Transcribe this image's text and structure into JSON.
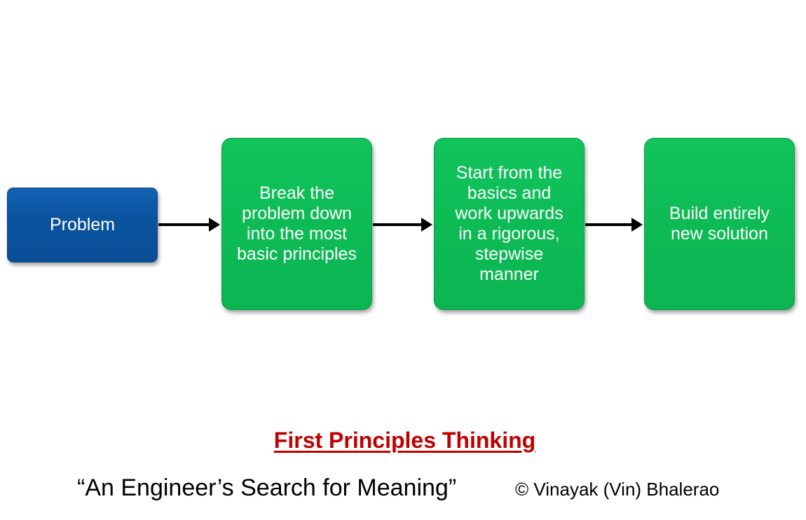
{
  "diagram": {
    "nodes": [
      {
        "id": "problem",
        "label": "Problem",
        "color": "#0a539f"
      },
      {
        "id": "break-down",
        "label": "Break the problem down into the most basic principles",
        "color": "#0dbb55"
      },
      {
        "id": "work-up",
        "label": "Start from the basics and work upwards in a rigorous, stepwise manner",
        "color": "#0dbb55"
      },
      {
        "id": "build",
        "label": "Build entirely new solution",
        "color": "#0dbb55"
      }
    ],
    "edges": [
      {
        "from": "problem",
        "to": "break-down"
      },
      {
        "from": "break-down",
        "to": "work-up"
      },
      {
        "from": "work-up",
        "to": "build"
      }
    ]
  },
  "footer": {
    "title": "First Principles Thinking",
    "title_color": "#c00000",
    "quote": "“An Engineer’s Search for Meaning”",
    "copyright": "© Vinayak (Vin) Bhalerao"
  }
}
